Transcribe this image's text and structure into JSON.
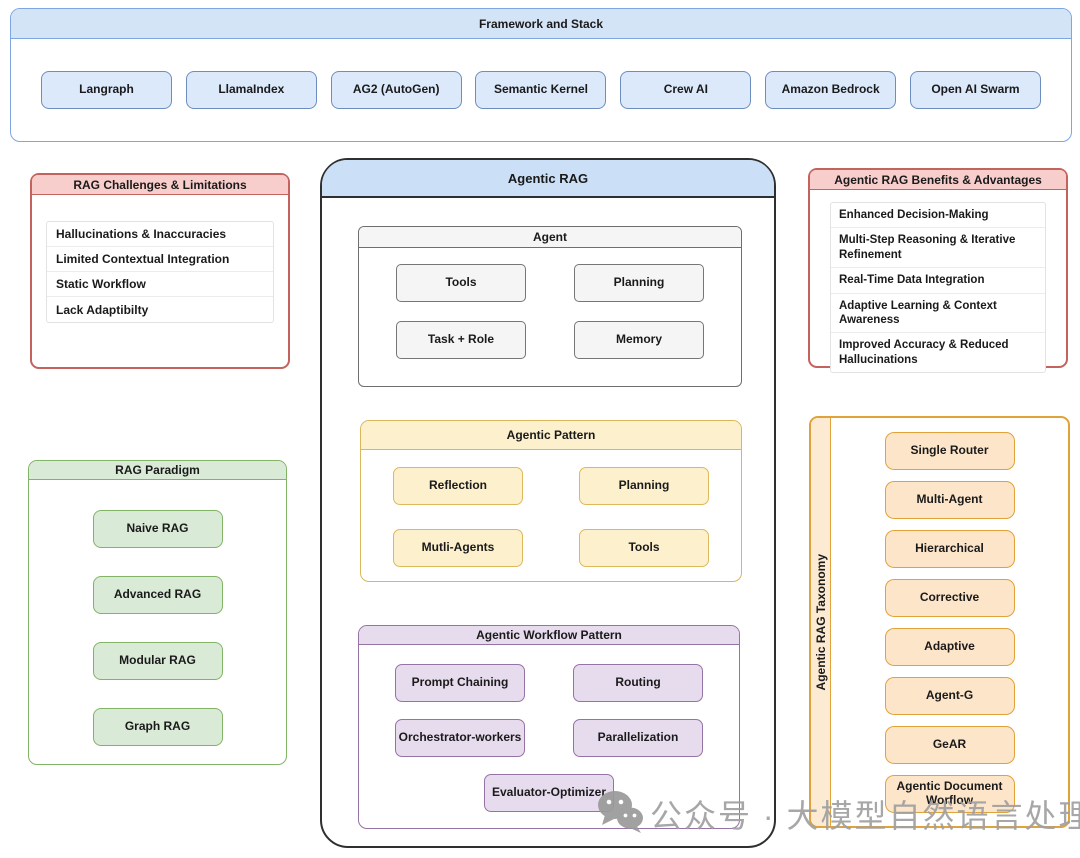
{
  "framework": {
    "title": "Framework and Stack",
    "items": [
      "Langraph",
      "LlamaIndex",
      "AG2 (AutoGen)",
      "Semantic Kernel",
      "Crew AI",
      "Amazon Bedrock",
      "Open AI Swarm"
    ]
  },
  "challenges": {
    "title": "RAG Challenges & Limitations",
    "items": [
      "Hallucinations & Inaccuracies",
      "Limited Contextual Integration",
      "Static Workflow",
      "Lack Adaptibilty"
    ]
  },
  "agentic_rag": {
    "title": "Agentic RAG",
    "agent": {
      "title": "Agent",
      "items": [
        "Tools",
        "Planning",
        "Task + Role",
        "Memory"
      ]
    },
    "pattern": {
      "title": "Agentic Pattern",
      "items": [
        "Reflection",
        "Planning",
        "Mutli-Agents",
        "Tools"
      ]
    },
    "workflow": {
      "title": "Agentic Workflow Pattern",
      "items": [
        "Prompt Chaining",
        "Routing",
        "Orchestrator-workers",
        "Parallelization",
        "Evaluator-Optimizer"
      ]
    }
  },
  "benefits": {
    "title": "Agentic RAG Benefits & Advantages",
    "items": [
      "Enhanced Decision-Making",
      "Multi-Step Reasoning & Iterative Refinement",
      "Real-Time Data Integration",
      "Adaptive Learning & Context Awareness",
      "Improved Accuracy & Reduced Hallucinations"
    ]
  },
  "paradigm": {
    "title": "RAG Paradigm",
    "items": [
      "Naive RAG",
      "Advanced RAG",
      "Modular RAG",
      "Graph RAG"
    ]
  },
  "taxonomy": {
    "title": "Agentic RAG Taxonomy",
    "items": [
      "Single Router",
      "Multi-Agent",
      "Hierarchical",
      "Corrective",
      "Adaptive",
      "Agent-G",
      "GeAR",
      "Agentic Document Worflow"
    ]
  },
  "watermark": {
    "icon": "wechat-icon",
    "text": "公众号 · 大模型自然语言处理"
  },
  "colors": {
    "blue_fill": "#dbe9fb",
    "blue_border": "#6c8ebf",
    "blue_header": "#d4e4f7",
    "red_fill": "#f8cecc",
    "red_border": "#c4635e",
    "gray_fill": "#f5f5f5",
    "gray_border": "#6e6e6e",
    "yellow_fill": "#fcf0cd",
    "yellow_border": "#d9b75c",
    "purple_fill": "#e7dcee",
    "purple_border": "#9673a6",
    "green_fill": "#d9ead7",
    "green_border": "#82b366",
    "orange_fill": "#fde5c9",
    "orange_border": "#e0a23a",
    "main_border": "#2f2f2f",
    "watermark_gray": "#a0a0a0"
  }
}
